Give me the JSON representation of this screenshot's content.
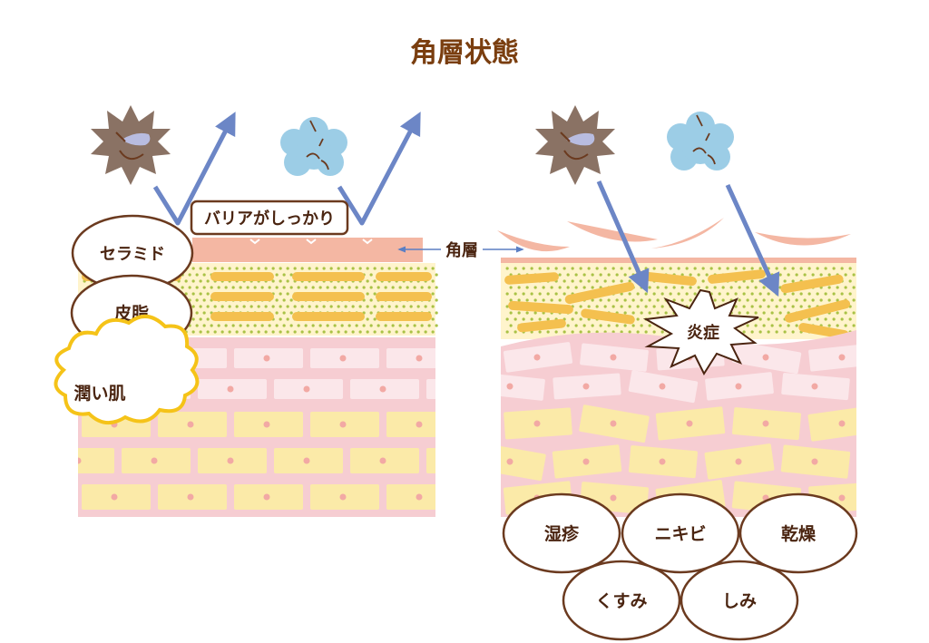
{
  "title": "角層状態",
  "left_panel": {
    "barrier_label": "バリアがしっかり",
    "factors": [
      "セラミド",
      "皮脂",
      "潤い肌"
    ]
  },
  "middle_label": "角層",
  "right_panel": {
    "inflammation_label": "炎症",
    "problems": [
      "湿疹",
      "ニキビ",
      "乾燥",
      "くすみ",
      "しみ"
    ]
  },
  "colors": {
    "title": "#7a3e0f",
    "outline": "#6b3a1f",
    "arrow": "#6c86c6",
    "stratum_corneum": "#f4b7a3",
    "lipid_layer": "#fff4cc",
    "lipid_bar": "#f4c04f",
    "dot": "#a9c246",
    "skin_pink": "#f6cdd2",
    "cell_pale": "#fbe7ea",
    "cell_yellow": "#fbeaa8",
    "germ_dark": "#8a7264",
    "germ_blue": "#9ccde6",
    "cloud_border": "#f5c318"
  }
}
